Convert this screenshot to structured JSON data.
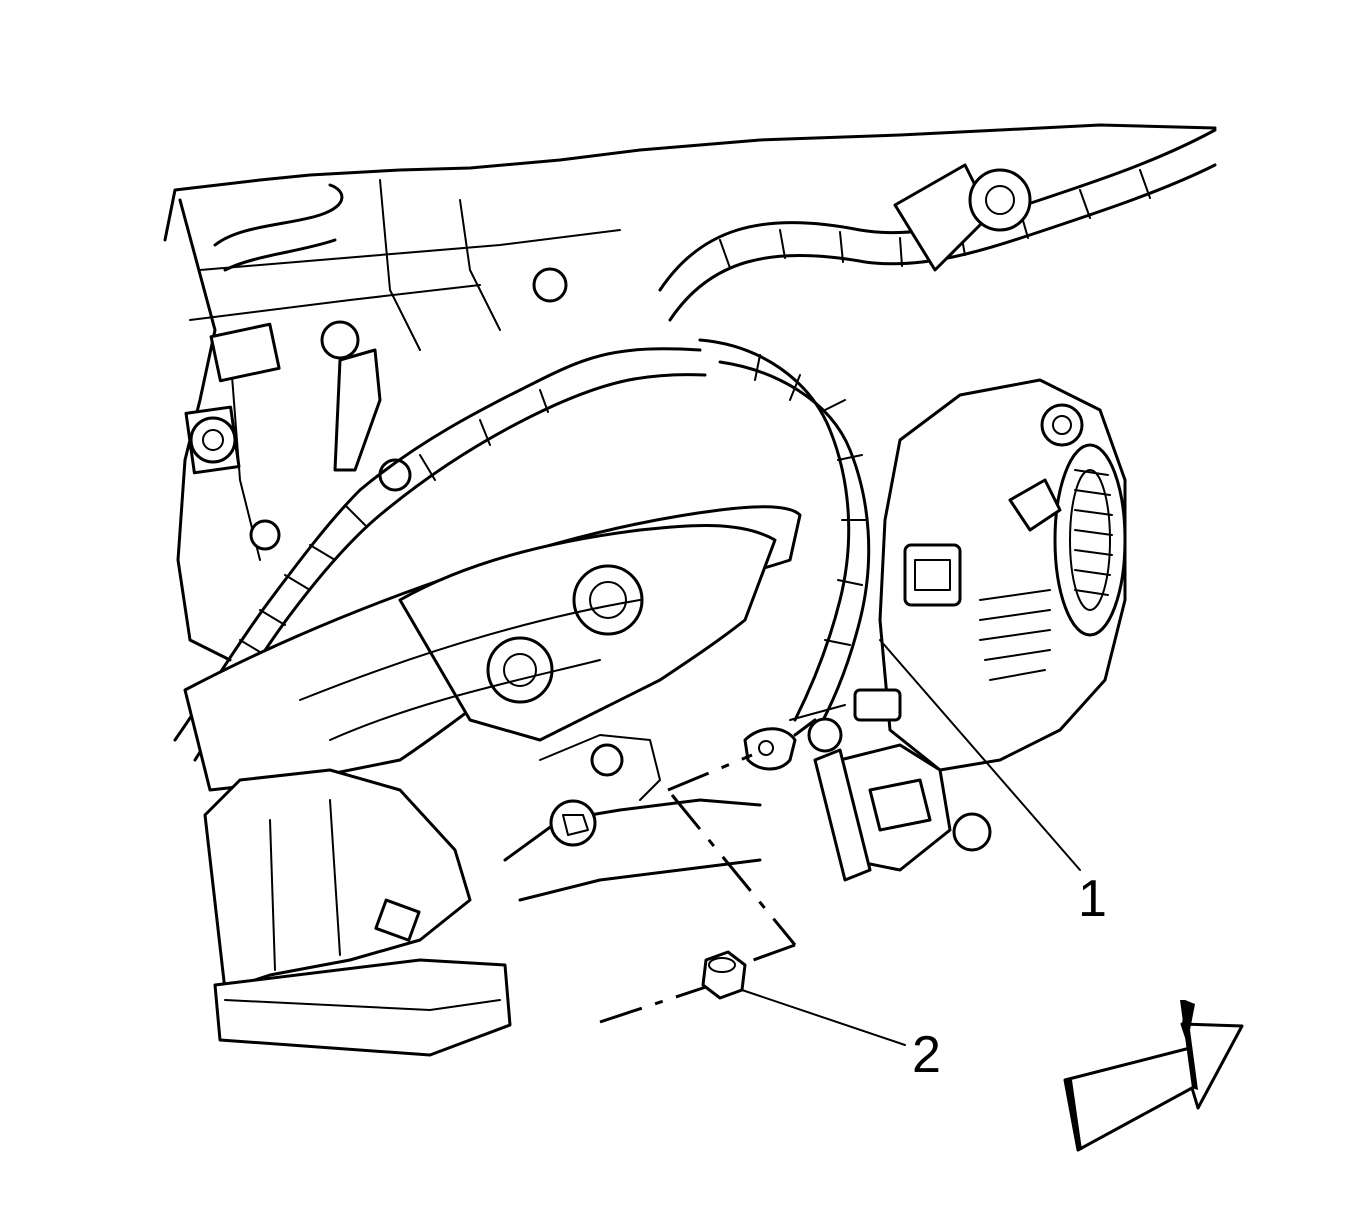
{
  "callouts": [
    {
      "id": "1",
      "label": "1"
    },
    {
      "id": "2",
      "label": "2"
    }
  ],
  "icons": {
    "orientation_arrow": "forward-arrow-icon"
  },
  "colors": {
    "line": "#000000",
    "background": "#ffffff"
  }
}
